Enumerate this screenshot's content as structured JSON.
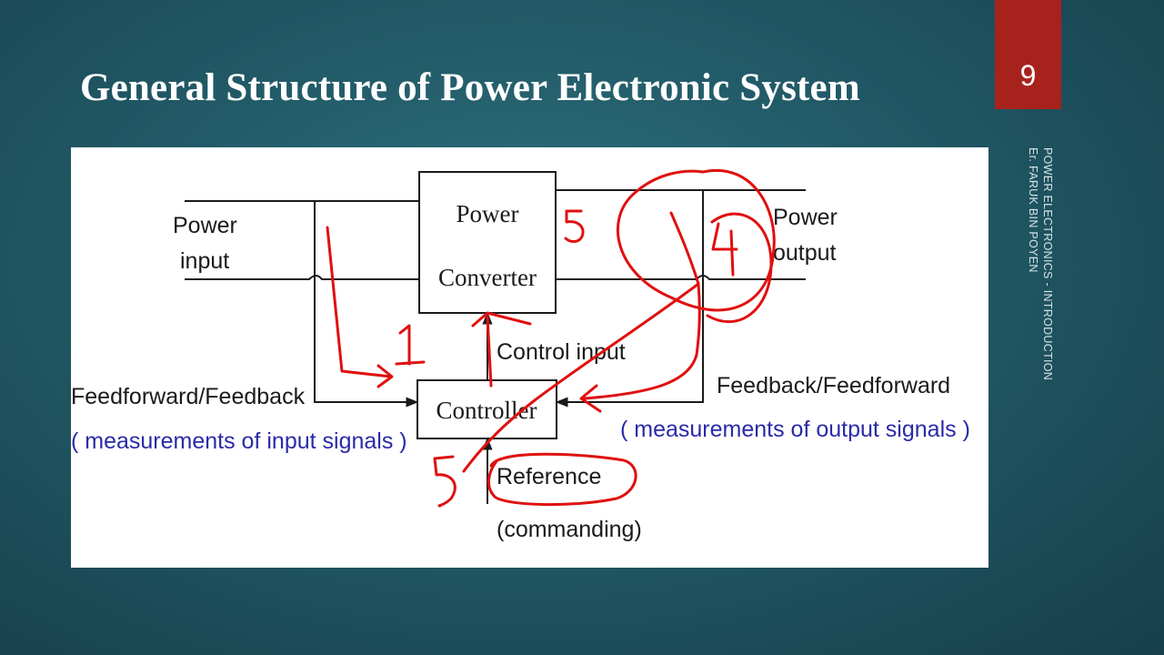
{
  "slide": {
    "title": "General Structure of Power Electronic System",
    "page_number": "9",
    "side_text_line1": "POWER ELECTRONICS - INTRODUCTION",
    "side_text_line2": "Er. FARUK BIN POYEN"
  },
  "diagram": {
    "power_input_line1": "Power",
    "power_input_line2": "input",
    "converter_line1": "Power",
    "converter_line2": "Converter",
    "power_output_line1": "Power",
    "power_output_line2": "output",
    "control_input": "Control input",
    "controller": "Controller",
    "feedforward_left": "Feedforward/Feedback",
    "input_measurements": "( measurements of input signals )",
    "feedback_right": "Feedback/Feedforward",
    "output_measurements": "( measurements  of output signals )",
    "reference": "Reference",
    "commanding": "(commanding)"
  },
  "annotations": {
    "mark_1": "1",
    "mark_5_top": "5",
    "mark_4": "4",
    "mark_5_bottom": "5"
  },
  "colors": {
    "background": "#215966",
    "badge": "#a8221d",
    "ink": "#e01010",
    "measurement_text": "#2a2aa8"
  }
}
